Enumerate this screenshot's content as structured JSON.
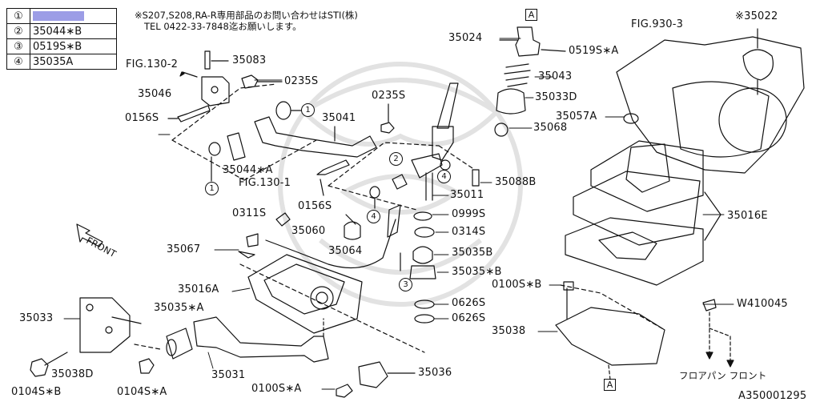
{
  "header_note": {
    "line1": "※S207,S208,RA-R専用部品のお問い合わせはSTI(株)",
    "line2": "TEL 0422-33-7848迄お願いします。"
  },
  "legend": [
    {
      "key": "①",
      "value": ""
    },
    {
      "key": "②",
      "value": "35044∗B"
    },
    {
      "key": "③",
      "value": "0519S∗B"
    },
    {
      "key": "④",
      "value": "35035A"
    }
  ],
  "labels": {
    "fig130_2": "FIG.130-2",
    "p35083": "35083",
    "p35046": "35046",
    "p0235s_a": "0235S",
    "p0156s_a": "0156S",
    "p35041": "35041",
    "p0235s_b": "0235S",
    "p35044a": "35044∗A",
    "fig130_1": "FIG.130-1",
    "p0156s_b": "0156S",
    "p0311s": "0311S",
    "p35060": "35060",
    "p35067": "35067",
    "p35064": "35064",
    "p35016a": "35016A",
    "p35035a": "35035∗A",
    "p35033": "35033",
    "p35038d": "35038D",
    "p35031": "35031",
    "p35036": "35036",
    "p0104sb": "0104S∗B",
    "p0104sa": "0104S∗A",
    "p0100sa": "0100S∗A",
    "p35024": "35024",
    "p0519sa": "0519S∗A",
    "p35043": "35043",
    "p35033d": "35033D",
    "p35068": "35068",
    "p35057a": "35057A",
    "p35088b": "35088B",
    "p35011": "35011",
    "p0999s": "0999S",
    "p0314s": "0314S",
    "p35035b": "35035B",
    "p35035xb": "35035∗B",
    "p0626s_a": "0626S",
    "p0626s_b": "0626S",
    "p0100sb": "0100S∗B",
    "p35038": "35038",
    "fig930_3": "FIG.930-3",
    "p35022": "※35022",
    "p35016e": "35016E",
    "pw410045": "W410045",
    "front": "FRONT",
    "floorpan_front": "フロアパン フロント",
    "drawing_no": "A350001295",
    "ref_a": "A",
    "c1": "1",
    "c2": "2",
    "c3": "3",
    "c4": "4"
  },
  "colors": {
    "line": "#111111",
    "highlight": "#9c9de6",
    "watermark": "#dcdcdc"
  }
}
